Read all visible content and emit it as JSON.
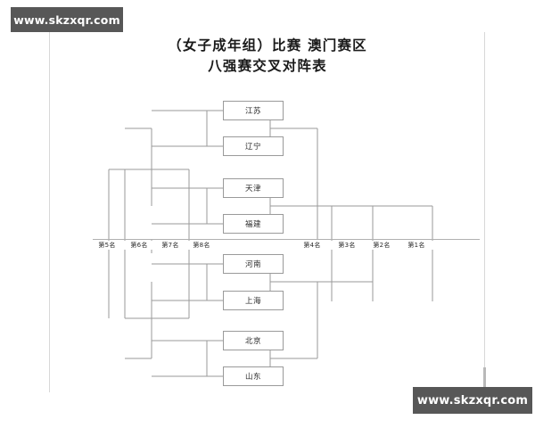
{
  "watermarks": {
    "top": "www.skzxqr.com",
    "bottom": "www.skzxqr.com"
  },
  "title": {
    "line1": "（女子成年组）比赛  澳门赛区",
    "line2": "八强赛交叉对阵表"
  },
  "teams": [
    {
      "name": "江苏"
    },
    {
      "name": "辽宁"
    },
    {
      "name": "天津"
    },
    {
      "name": "福建"
    },
    {
      "name": "河南"
    },
    {
      "name": "上海"
    },
    {
      "name": "北京"
    },
    {
      "name": "山东"
    }
  ],
  "ranks": {
    "left": [
      {
        "label": "第5名"
      },
      {
        "label": "第6名"
      },
      {
        "label": "第7名"
      },
      {
        "label": "第8名"
      }
    ],
    "right": [
      {
        "label": "第4名"
      },
      {
        "label": "第3名"
      },
      {
        "label": "第2名"
      },
      {
        "label": "第1名"
      }
    ]
  },
  "colors": {
    "line": "#9a9a9a",
    "rule": "#b0b0b0",
    "margin": "#d8d8d8",
    "watermark_bg": "#575757",
    "text": "#2b2b2b"
  }
}
